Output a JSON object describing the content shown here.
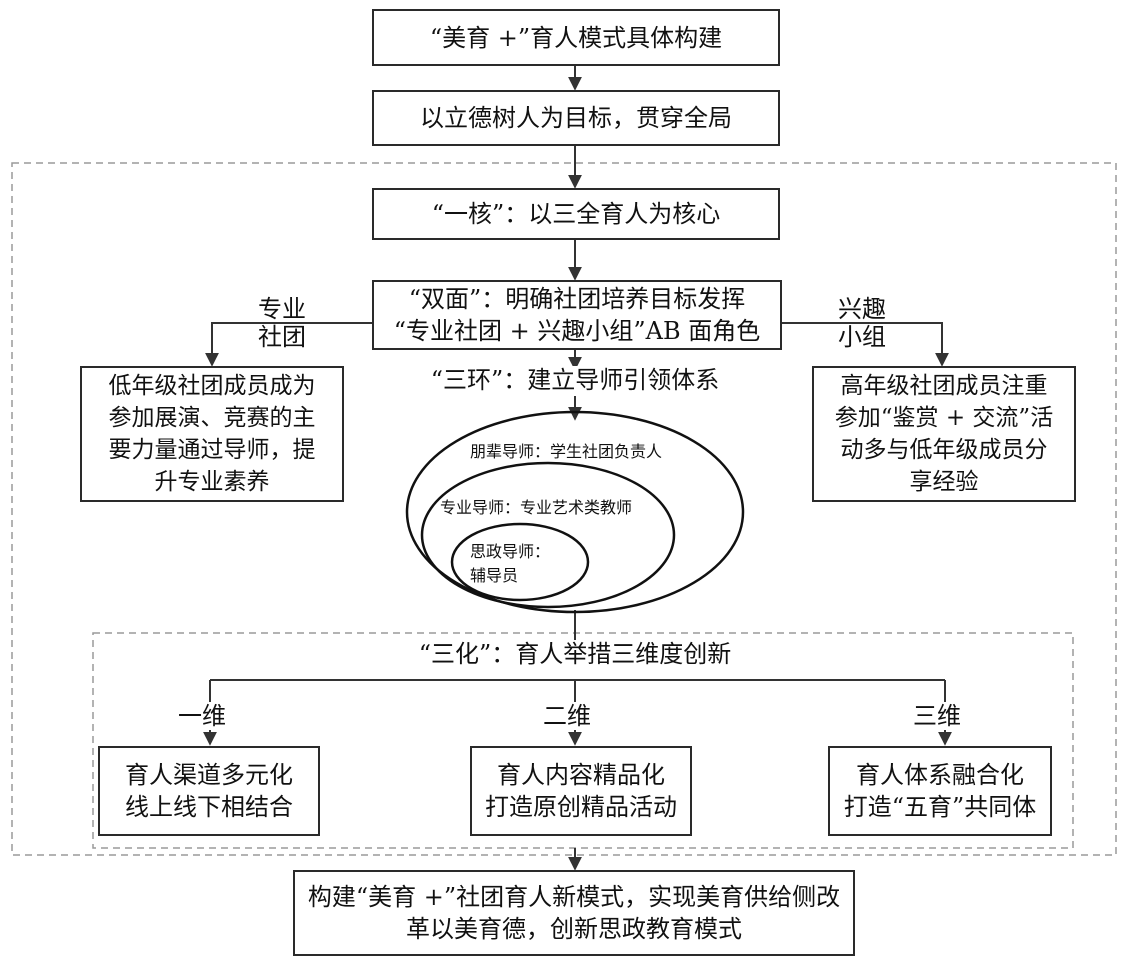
{
  "title_box": "“美育 +”育人模式具体构建",
  "goal_box": "以立德树人为目标，贯穿全局",
  "core_box": "“一核”：以三全育人为核心",
  "dual_box": [
    "“双面”：明确社团培养目标发挥",
    "“专业社团 + 兴趣小组”AB 面角色"
  ],
  "left_branch_label": [
    "专业",
    "社团"
  ],
  "right_branch_label": [
    "兴趣",
    "小组"
  ],
  "left_box": [
    "低年级社团成员成为",
    "参加展演、竞赛的主",
    "要力量通过导师，提",
    "升专业素养"
  ],
  "right_box": [
    "高年级社团成员注重",
    "参加“鉴赏 + 交流”活",
    "动多与低年级成员分",
    "享经验"
  ],
  "ring_title": "“三环”：建立导师引领体系",
  "rings": {
    "outer": "朋辈导师：学生社团负责人",
    "middle": "专业导师：专业艺术类教师",
    "inner": [
      "思政导师：",
      "辅导员"
    ]
  },
  "innovation_title": "“三化”：育人举措三维度创新",
  "dims": [
    {
      "label": "一维",
      "box": [
        "育人渠道多元化",
        "线上线下相结合"
      ]
    },
    {
      "label": "二维",
      "box": [
        "育人内容精品化",
        "打造原创精品活动"
      ]
    },
    {
      "label": "三维",
      "box": [
        "育人体系融合化",
        "打造“五育”共同体"
      ]
    }
  ],
  "final_box": [
    "构建“美育 +”社团育人新模式，实现美育供给侧改",
    "革以美育德，创新思政教育模式"
  ]
}
